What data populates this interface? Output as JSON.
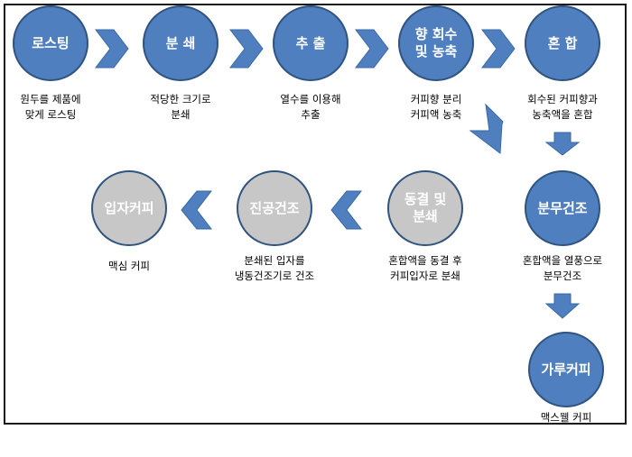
{
  "colors": {
    "node_fill": "#4f7fbf",
    "node_border": "#2f5480",
    "node_fill_gray": "#c7c7c7",
    "arrow_fill": "#4f7fbf",
    "arrow_stroke": "#3a6aa5"
  },
  "nodes": [
    {
      "label": "로스팅",
      "caption": "원두를 제품에\n맞게 로스팅",
      "style": "blue"
    },
    {
      "label": "분 쇄",
      "caption": "적당한 크기로\n분쇄",
      "style": "blue"
    },
    {
      "label": "추 출",
      "caption": "열수를 이용해\n추출",
      "style": "blue"
    },
    {
      "label": "향 회수\n및 농축",
      "caption": "커피향 분리\n커피액 농축",
      "style": "blue"
    },
    {
      "label": "혼 합",
      "caption": "회수된 커피향과\n농축액을 혼합",
      "style": "blue"
    },
    {
      "label": "분무건조",
      "caption": "혼합액을 열풍으로\n분무건조",
      "style": "blue"
    },
    {
      "label": "가루커피",
      "caption": "맥스웰 커피",
      "style": "blue"
    },
    {
      "label": "동결 및\n분쇄",
      "caption": "혼합액을 동결 후\n커피입자로 분쇄",
      "style": "gray"
    },
    {
      "label": "진공건조",
      "caption": "분쇄된 입자를\n냉동건조기로 건조",
      "style": "gray"
    },
    {
      "label": "입자커피",
      "caption": "맥심 커피",
      "style": "gray"
    }
  ]
}
